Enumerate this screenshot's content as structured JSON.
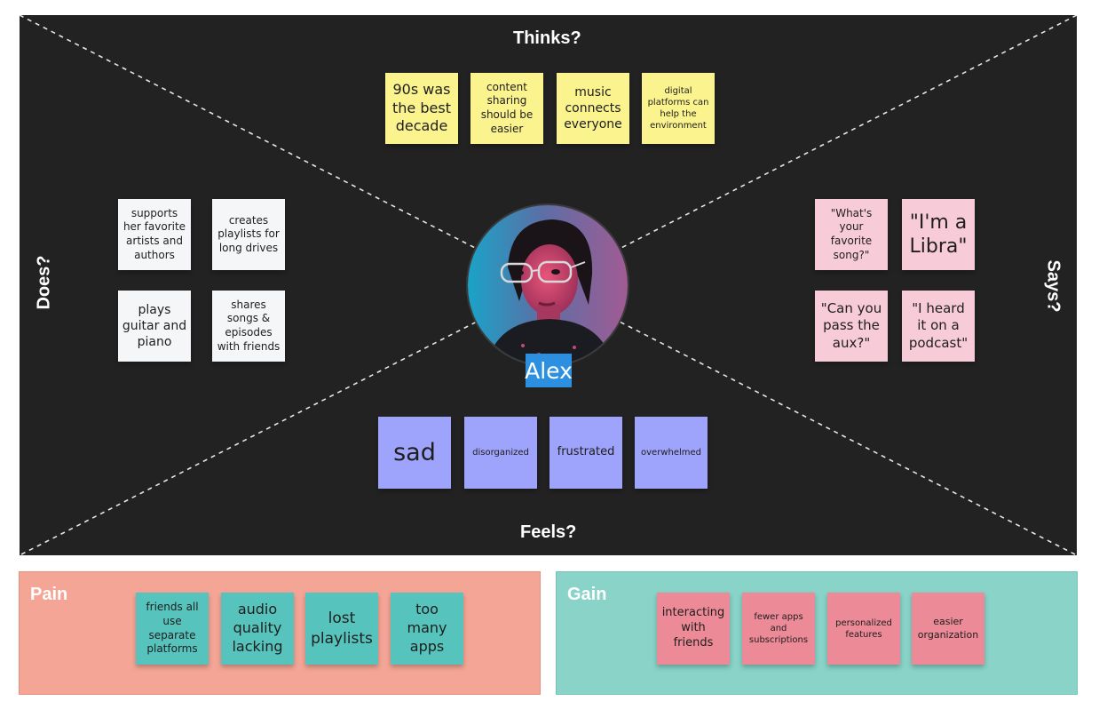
{
  "persona": {
    "name": "Alex"
  },
  "quadrants": {
    "thinks": {
      "label": "Thinks?",
      "notes": [
        "90s was the best decade",
        "content sharing should be easier",
        "music connects everyone",
        "digital platforms can help the environment"
      ]
    },
    "does": {
      "label": "Does?",
      "notes": [
        "supports her favorite artists and authors",
        "creates playlists for long drives",
        "plays guitar and piano",
        "shares songs & episodes with friends"
      ]
    },
    "says": {
      "label": "Says?",
      "notes": [
        "\"What's your favorite song?\"",
        "\"I'm a Libra\"",
        "\"Can you pass the aux?\"",
        "\"I heard it on a podcast\""
      ]
    },
    "feels": {
      "label": "Feels?",
      "notes": [
        "sad",
        "disorganized",
        "frustrated",
        "overwhelmed"
      ]
    }
  },
  "pain": {
    "label": "Pain",
    "notes": [
      "friends all use separate platforms",
      "audio quality lacking",
      "lost playlists",
      "too many apps"
    ]
  },
  "gain": {
    "label": "Gain",
    "notes": [
      "interacting with friends",
      "fewer apps and subscriptions",
      "personalized features",
      "easier organization"
    ]
  },
  "colors": {
    "board": "#222222",
    "thinks_note": "#fbf38e",
    "does_note": "#f5f6f8",
    "says_note": "#f8cbd8",
    "feels_note": "#9ea3fb",
    "pain_panel": "#f4a596",
    "pain_note": "#56c4bc",
    "gain_panel": "#89d3c8",
    "gain_note": "#ec8a97",
    "name_badge": "#2d8fe0"
  }
}
